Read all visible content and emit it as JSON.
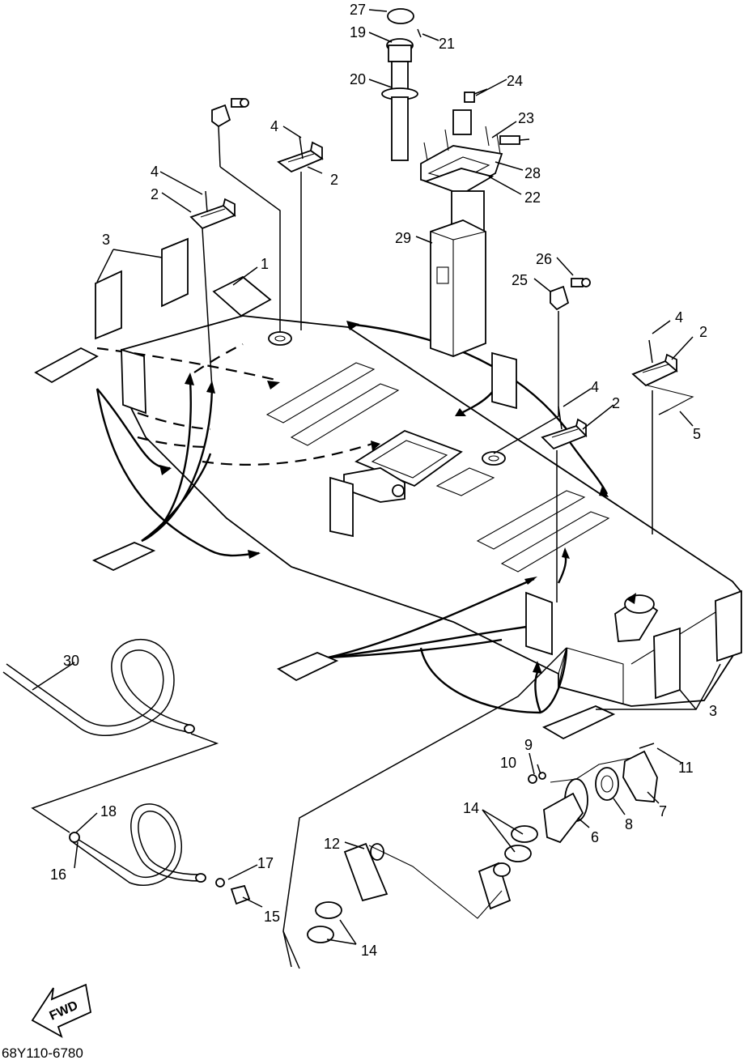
{
  "callouts": {
    "c1": "1",
    "c2a": "2",
    "c2b": "2",
    "c2c": "2",
    "c2d": "2",
    "c3a": "3",
    "c3b": "3",
    "c4a": "4",
    "c4b": "4",
    "c4c": "4",
    "c4d": "4",
    "c5": "5",
    "c6": "6",
    "c7": "7",
    "c8": "8",
    "c9": "9",
    "c10": "10",
    "c11": "11",
    "c12": "12",
    "c14a": "14",
    "c14b": "14",
    "c15": "15",
    "c16": "16",
    "c17": "17",
    "c18": "18",
    "c19": "19",
    "c20": "20",
    "c21": "21",
    "c22": "22",
    "c23": "23",
    "c24": "24",
    "c25": "25",
    "c26": "26",
    "c27": "27",
    "c28": "28",
    "c29": "29",
    "c30": "30"
  },
  "diagram_code": "68Y110-6780",
  "fwd_label": "FWD"
}
